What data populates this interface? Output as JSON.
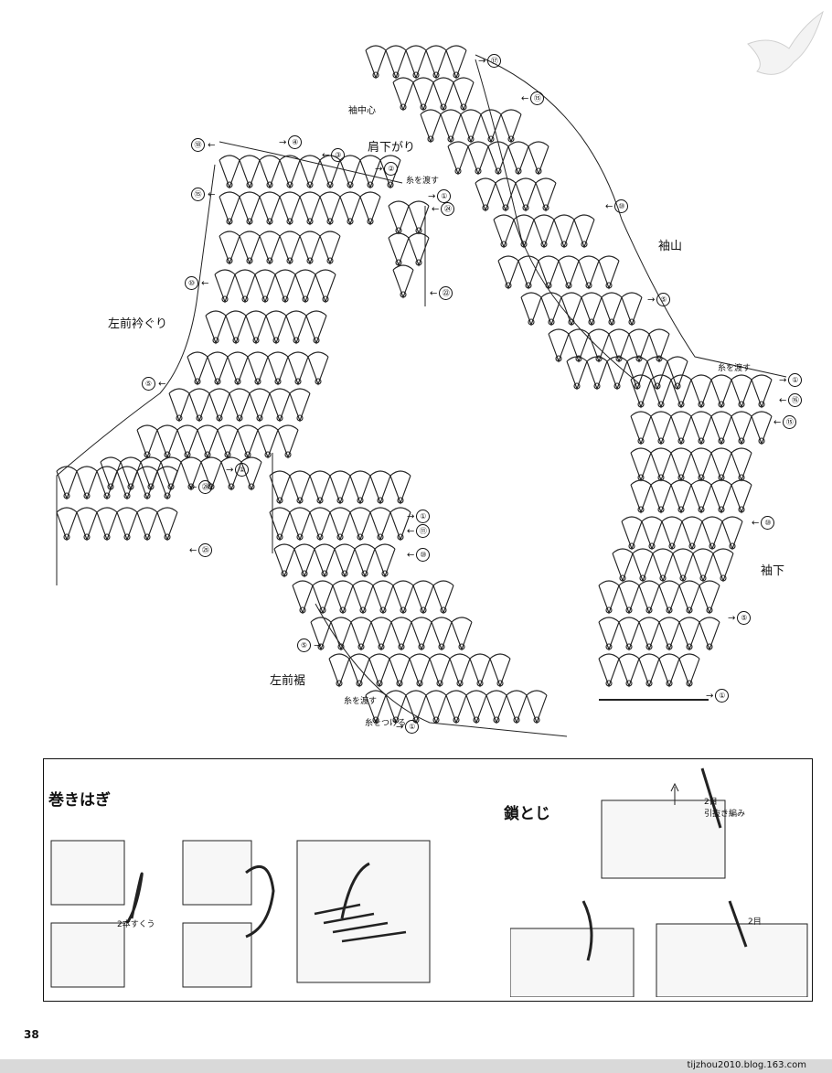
{
  "labels": {
    "sleeve_center": "袖中心",
    "shoulder_slope": "肩下がり",
    "carry_yarn": "糸を渡す",
    "sleeve_cap": "袖山",
    "left_front_neckline": "左前衿ぐり",
    "sleeve_underarm": "袖下",
    "left_front_hem": "左前裾",
    "attach_yarn": "糸をつける"
  },
  "row_markers": {
    "yoke_left": [
      "⑱",
      "⑮",
      "⑩",
      "⑤"
    ],
    "yoke_top": [
      "④",
      "③",
      "②",
      "①",
      "㉔",
      "㉒"
    ],
    "neck_lower": [
      "①",
      "㉘",
      "㉕"
    ],
    "sleeve_cap": [
      "⑰",
      "⑮",
      "⑩",
      "⑤",
      "①",
      "⑯"
    ],
    "sleeve_right": [
      "⑮",
      "⑩",
      "⑤",
      "①"
    ],
    "hem": [
      "①",
      "⑪",
      "⑩",
      "⑤",
      "①"
    ]
  },
  "techniques": {
    "whip_stitch": {
      "title": "巻きはぎ",
      "note": "2本すくう"
    },
    "chain_join": {
      "title": "鎖とじ",
      "note_top_a": "2目",
      "note_top_b": "引抜き編み",
      "note_bottom": "2目"
    }
  },
  "page_number": "38",
  "footer_url": "tijzhou2010.blog.163.com"
}
